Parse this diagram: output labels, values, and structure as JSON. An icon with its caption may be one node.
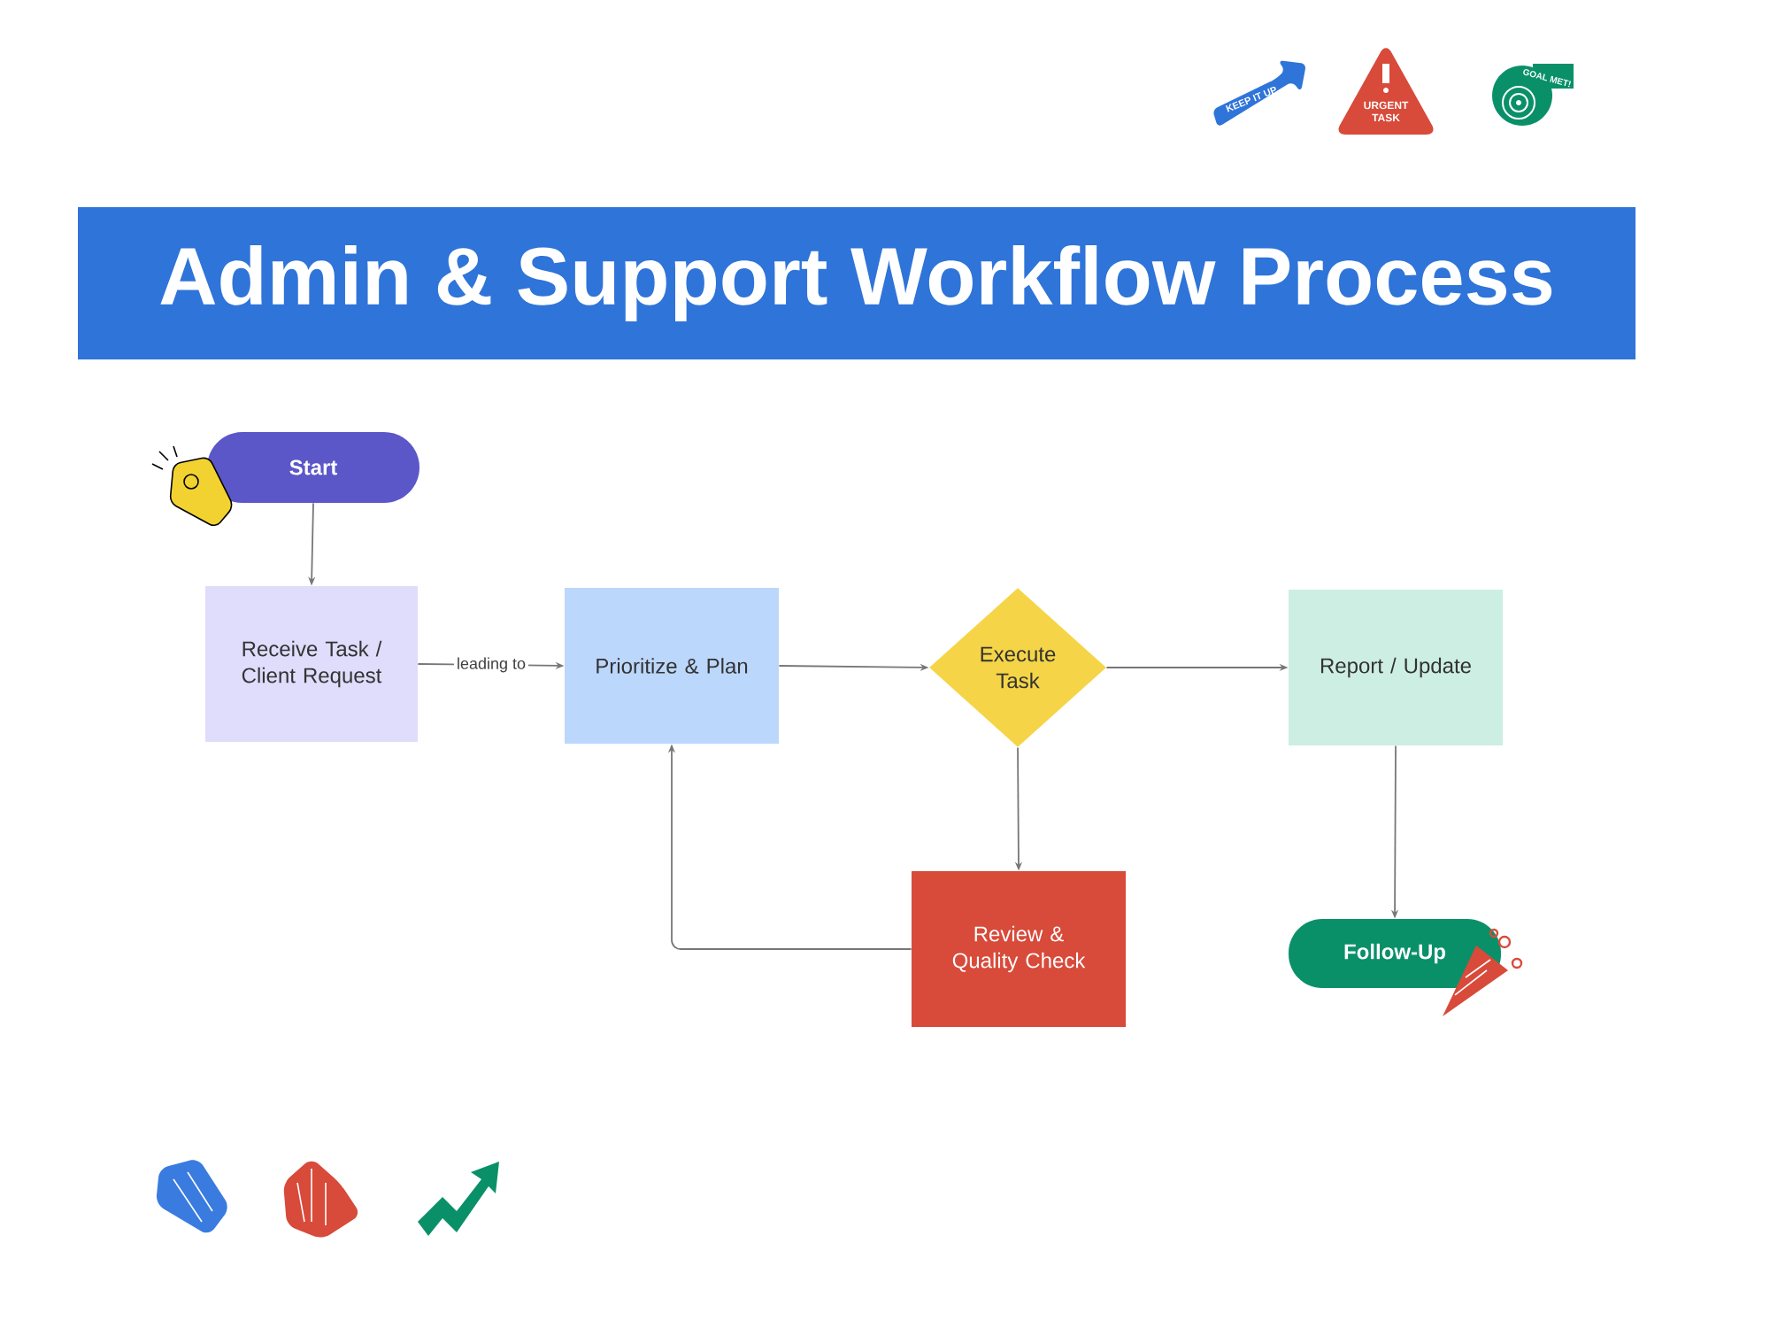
{
  "diagram": {
    "title": "Admin & Support Workflow Process",
    "nodes": [
      {
        "text": [
          "Start"
        ]
      },
      {
        "text": [
          "Receive Task / Client Request"
        ]
      },
      {
        "text": [
          "Prioritize & Plan"
        ]
      },
      {
        "text": [
          "Execute Task"
        ]
      },
      {
        "text": [
          "Report / Update"
        ]
      },
      {
        "text": [
          "Review & Quality Check"
        ]
      },
      {
        "text": [
          "Follow-Up"
        ]
      }
    ],
    "edges": [
      {
        "from": 0,
        "to": 1,
        "arrow": "to"
      },
      {
        "from": 1,
        "to": 2,
        "arrow": "to",
        "label": "leading to"
      },
      {
        "from": 2,
        "to": 3,
        "arrow": "to"
      },
      {
        "from": 3,
        "to": 4,
        "arrow": "to"
      },
      {
        "from": 3,
        "to": 5,
        "arrow": "to"
      },
      {
        "from": 5,
        "to": 2,
        "arrow": "to"
      },
      {
        "from": 4,
        "to": 6,
        "arrow": "to"
      }
    ],
    "labels": [
      "KEEP IT UP",
      "URGENT TASK",
      "GOAL MET!"
    ]
  }
}
